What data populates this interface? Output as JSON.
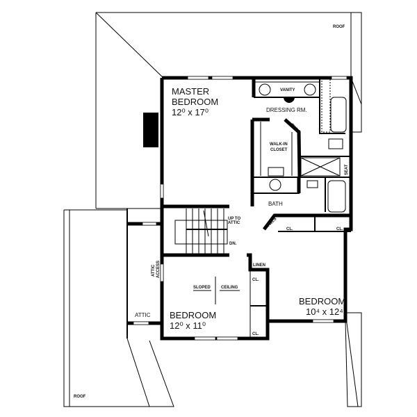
{
  "plan": {
    "roof_top": "ROOF",
    "roof_bottom": "ROOF",
    "master_bedroom": {
      "name_1": "MASTER",
      "name_2": "BEDROOM",
      "size": "12⁰ x 17⁰"
    },
    "vanity": "VANITY",
    "dressing_room": "DRESSING RM.",
    "walkin_closet": {
      "line_1": "WALK-IN",
      "line_2": "CLOSET"
    },
    "towels_1": "TWLS",
    "seat": "SEAT",
    "bath": "BATH",
    "towels_2": "TWLS",
    "closet_1": "CL.",
    "closet_2": "CL.",
    "up_to_attic": {
      "line_1": "UP TO",
      "line_2": "ATTIC"
    },
    "down": "DN.",
    "attic_access": {
      "line_1": "ATTIC",
      "line_2": "ACCESS"
    },
    "linen": "LINEN",
    "closet_3": "CL.",
    "closet_4": "CL.",
    "sloped": "SLOPED",
    "ceiling": "CEILING",
    "bedroom_2": {
      "name": "BEDROOM",
      "size": "12⁰ x 11⁰"
    },
    "bedroom_3": {
      "name": "BEDROOM",
      "size": "10⁴ x 12⁴"
    },
    "attic": "ATTIC"
  }
}
